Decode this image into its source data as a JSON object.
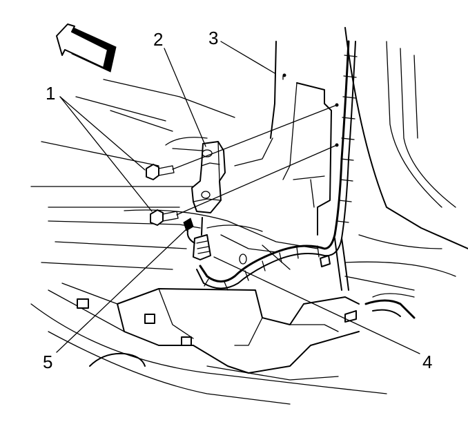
{
  "figure": {
    "callouts": [
      "1",
      "2",
      "3",
      "4",
      "5"
    ],
    "icons": {
      "arrow": "direction-arrow-icon",
      "bolt": "bolt-icon",
      "bracket": "bracket-icon",
      "connector": "connector-icon",
      "harness": "wiring-harness-icon"
    },
    "line_color": "#000000",
    "background": "#ffffff"
  }
}
